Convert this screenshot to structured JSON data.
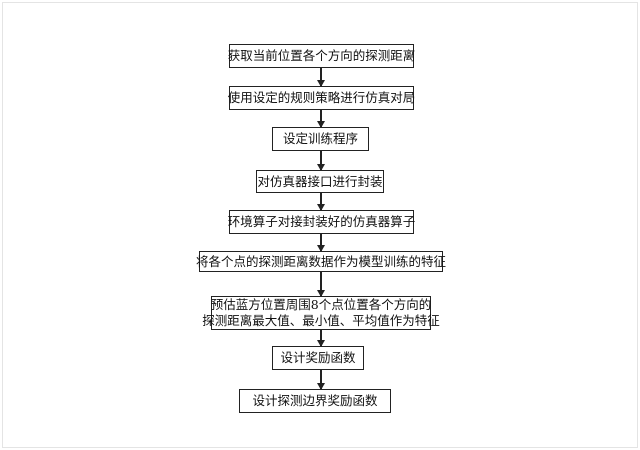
{
  "flowchart": {
    "steps": [
      "获取当前位置各个方向的探测距离",
      "使用设定的规则策略进行仿真对局",
      "设定训练程序",
      "对仿真器接口进行封装",
      "环境算子对接封装好的仿真器算子",
      "将各个点的探测距离数据作为模型训练的特征",
      {
        "line1": "预估蓝方位置周围8个点位置各个方向的",
        "line2": "探测距离最大值、最小值、平均值作为特征"
      },
      "设计奖励函数",
      "设计探测边界奖励函数"
    ]
  }
}
